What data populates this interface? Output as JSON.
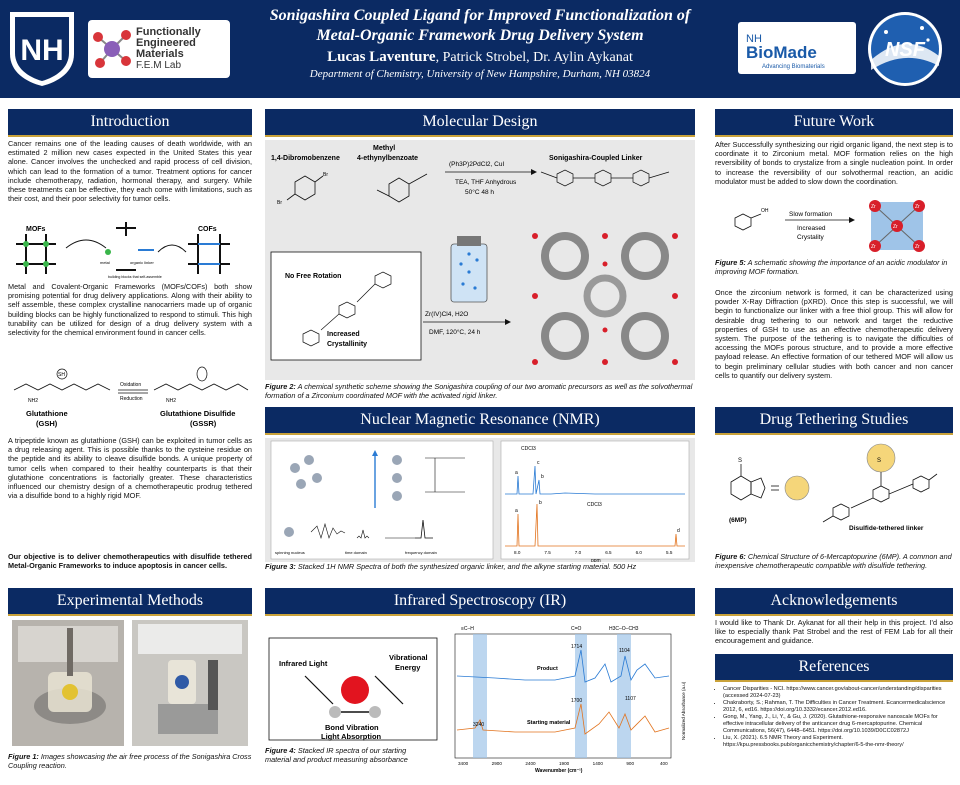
{
  "header": {
    "title_line1": "Sonigashira Coupled Ligand for Improved Functionalization of",
    "title_line2": "Metal-Organic Framework Drug Delivery System",
    "author_main": "Lucas Laventure",
    "authors_rest": ", Patrick Strobel, Dr. Aylin Aykanat",
    "department": "Department of Chemistry, University of New Hampshire, Durham, NH 03824",
    "fem_line1": "Functionally",
    "fem_line2": "Engineered",
    "fem_line3": "Materials",
    "fem_line4": "F.E.M Lab",
    "biomade_nh": "NH",
    "biomade_name": "BioMade",
    "biomade_tag": "Advancing Biomaterials",
    "nsf": "NSF"
  },
  "intro": {
    "heading": "Introduction",
    "p1": "Cancer remains one of the leading causes of death worldwide, with an estimated 2 million new cases expected in the United States this year alone. Cancer involves the unchecked and rapid process of cell division, which can lead to the formation of a tumor. Treatment options for cancer include chemotherapy, radiation, hormonal therapy, and surgery. While these treatments can be effective, they each come with limitations, such as their cost, and their poor selectivity for tumor cells.",
    "mofs_label": "MOFs",
    "cofs_label": "COFs",
    "metal_label": "metal",
    "linker_label": "organic linker",
    "building_label": "building blocks that self-assemble",
    "p2": "Metal and Covalent-Organic Frameworks (MOFs/COFs) both show promising potential for drug delivery applications. Along with their ability to self assemble, these complex crystalline nanocarriers made up of organic building blocks can be highly functionalized to respond to stimuli. This high tunability can be utilized for design of a drug delivery system with a selectivity for the chemical environment found in cancer cells.",
    "oxidation": "Oxidation",
    "reduction": "Reduction",
    "gsh_name": "Glutathione",
    "gsh_abbr": "(GSH)",
    "gssr_name": "Glutathione Disulfide",
    "gssr_abbr": "(GSSR)",
    "sh": "SH",
    "nh2": "NH2",
    "p3": "A tripeptide known as glutathione (GSH) can be exploited in tumor cells as a drug releasing agent. This is possible thanks to the cysteine residue on the peptide and its ability to cleave disulfide bonds. A unique property of tumor cells when compared to their healthy counterparts is that their glutathione concentrations is factorially greater. These characteristics influenced our chemistry design of a chemotherapeutic prodrug tethered via a disulfide bond to a highly rigid MOF.",
    "objective": "Our objective is to deliver chemotherapeutics with disulfide tethered Metal-Organic Frameworks to induce apoptosis in cancer cells."
  },
  "methods": {
    "heading": "Experimental Methods",
    "caption_label": "Figure 1:",
    "caption": " Images showcasing the air free process of the Sonigashira Cross Coupling reaction."
  },
  "design": {
    "heading": "Molecular Design",
    "reagent1": "1,4-Dibromobenzene",
    "reagent2_l1": "Methyl",
    "reagent2_l2": "4-ethynylbenzoate",
    "conditions_top": "(Ph3P)2PdCl2, CuI",
    "conditions_b1": "TEA, THF Anhydrous",
    "conditions_b2": "50°C 48 h",
    "product": "Sonigashira-Coupled Linker",
    "br": "Br",
    "no_rotation": "No Free Rotation",
    "increased_l1": "Increased",
    "increased_l2": "Crystallinity",
    "zr_conditions": "Zr(IV)Cl4, H2O",
    "dmf": "DMF, 120°C, 24 h",
    "caption_label": "Figure 2:",
    "caption": "  A chemical synthetic scheme showing the Sonigashira coupling of our two aromatic precursors as well as the solvothermal formation of a Zirconium coordinated MOF with the activated rigid linker."
  },
  "nmr": {
    "heading": "Nuclear Magnetic Resonance (NMR)",
    "spin_label1": "spinning nucleus",
    "spin_label2": "time domain",
    "spin_label3": "frequency domain",
    "cdcl3_top": "CDCl3",
    "cdcl3_bottom": "CDCl3",
    "peak_a": "a",
    "peak_b": "b",
    "peak_c": "c",
    "peak_d": "d",
    "ticks": [
      "8.0",
      "7.5",
      "7.0",
      "6.5",
      "6.0",
      "5.5"
    ],
    "ppm": "ppm",
    "caption_label": "Figure 3:",
    "caption": "  Stacked 1H NMR Spectra of both the synthesized organic linker, and the alkyne starting material. 500 Hz"
  },
  "ir": {
    "heading": "Infrared Spectroscopy (IR)",
    "infrared_light": "Infrared Light",
    "vibrational_l1": "Vibrational",
    "vibrational_l2": "Energy",
    "bond_l1": "Bond Vibration",
    "bond_l2": "Light Absorption",
    "ch_label": "≡C–H",
    "co_label": "C=O",
    "coc_label": "H3C–O–CH3",
    "peak_1714": "1714",
    "peak_1104": "1104",
    "peak_1700": "1700",
    "peak_1107": "1107",
    "peak_3240": "3240",
    "product_label": "Product",
    "start_label": "Starting material",
    "ylabel": "Normalized Absorbance (a.u)",
    "xlabel": "Wavenumber (cm⁻¹)",
    "ticks": [
      "3400",
      "2900",
      "2400",
      "1900",
      "1400",
      "900",
      "400"
    ],
    "caption_label": "Figure 4:",
    "caption": " Stacked IR spectra of our starting material and product measuring absorbance"
  },
  "future": {
    "heading": "Future Work",
    "p1": "After Successfully synthesizing our rigid organic ligand, the next step is to coordinate it to Zirconium metal. MOF formation relies on the high reversibility of bonds to crystalize from a single nucleation point. In order to increase the reversibility of our solvothermal reaction, an acidic modulator must be added to slow down the coordination.",
    "slow": "Slow formation",
    "inc1": "Increased",
    "inc2": "Crystality",
    "zr": "Zr",
    "oh": "OH",
    "caption_label": "Figure 5:",
    "caption": "  A schematic showing the importance of an acidic modulator in improving MOF formation.",
    "p2": "Once the zirconium network is formed, it can be characterized using powder X-Ray Diffraction (pXRD). Once this step is successful, we will begin to functionalize our linker with a free thiol group. This will allow for desirable drug tethering to our network and target the reductive properties of GSH to use as an effective chemotherapeutic delivery system. The purpose of the tethering is to navigate the difficulties of accessing the MOFs porous structure, and to provide a more effective payload release. An effective formation of our tethered MOF will allow us to begin preliminary cellular studies with both cancer and non cancer cells to quantify our delivery system."
  },
  "drug": {
    "heading": "Drug Tethering Studies",
    "s_label": "S",
    "sixmp": "(6MP)",
    "tethered": "Disulfide-tethered linker",
    "caption_label": "Figure 6:",
    "caption": "  Chemical Structure of 6-Mercaptopurine (6MP). A common and inexpensive chemotherapeutic compatible with disulfide tethering."
  },
  "ack": {
    "heading": "Acknowledgements",
    "text": "I would like to Thank Dr. Aykanat for all their help in this project. I'd also like to especially thank Pat Strobel and the rest of FEM Lab for all their encouragement and guidance."
  },
  "refs": {
    "heading": "References",
    "items": [
      "Cancer Disparities - NCI. https://www.cancer.gov/about-cancer/understanding/disparities (accessed 2024-07-23)",
      "Chakraborty, S.; Rahman, T. The Difficulties in Cancer Treatment. Ecancermedicalscience 2012, 6, ed16. https://doi.org/10.3332/ecancer.2012.ed16.",
      "Gong, M., Yang, J., Li, Y., & Gu, J. (2020). Glutathione-responsive nanoscale MOFs for effective intracellular delivery of the anticancer drug 6-mercaptopurine. Chemical Communications, 56(47), 6448–6451. https://doi.org/10.1039/D0CC02872J",
      "Liu, X. (2021). 6.5 NMR Theory and Experiment. https://kpu.pressbooks.pub/organicchemistry/chapter/6-5-the-nmr-theory/"
    ]
  },
  "colors": {
    "navy": "#0b2a63",
    "gold": "#c9a23a",
    "ir_product": "#2a7bd4",
    "ir_start": "#e2741f",
    "zr": "#d81f2a"
  }
}
